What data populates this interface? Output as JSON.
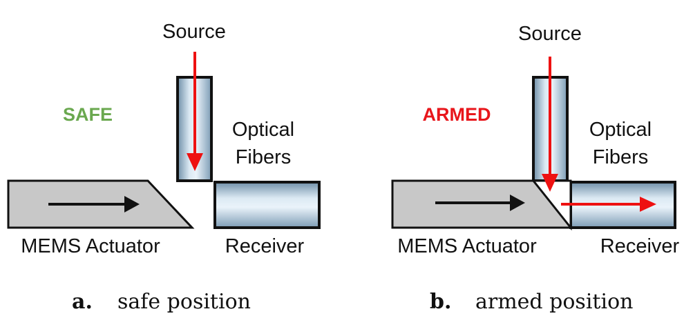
{
  "colors": {
    "safe": "#6aa84f",
    "armed": "#e8161b",
    "light_ray": "#ee1111",
    "actuator_fill": "#c8c8c8",
    "fiber_light": "#e4f0f8",
    "fiber_dark": "#7b9bb4",
    "outline": "#111111"
  },
  "panels": [
    {
      "state_label": "SAFE",
      "source_label": "Source",
      "fibers_label_line1": "Optical",
      "fibers_label_line2": "Fibers",
      "actuator_label": "MEMS Actuator",
      "receiver_label": "Receiver",
      "caption_letter": "a.",
      "caption_text": "safe position"
    },
    {
      "state_label": "ARMED",
      "source_label": "Source",
      "fibers_label_line1": "Optical",
      "fibers_label_line2": "Fibers",
      "actuator_label": "MEMS Actuator",
      "receiver_label": "Receiver",
      "caption_letter": "b.",
      "caption_text": "armed position"
    }
  ]
}
